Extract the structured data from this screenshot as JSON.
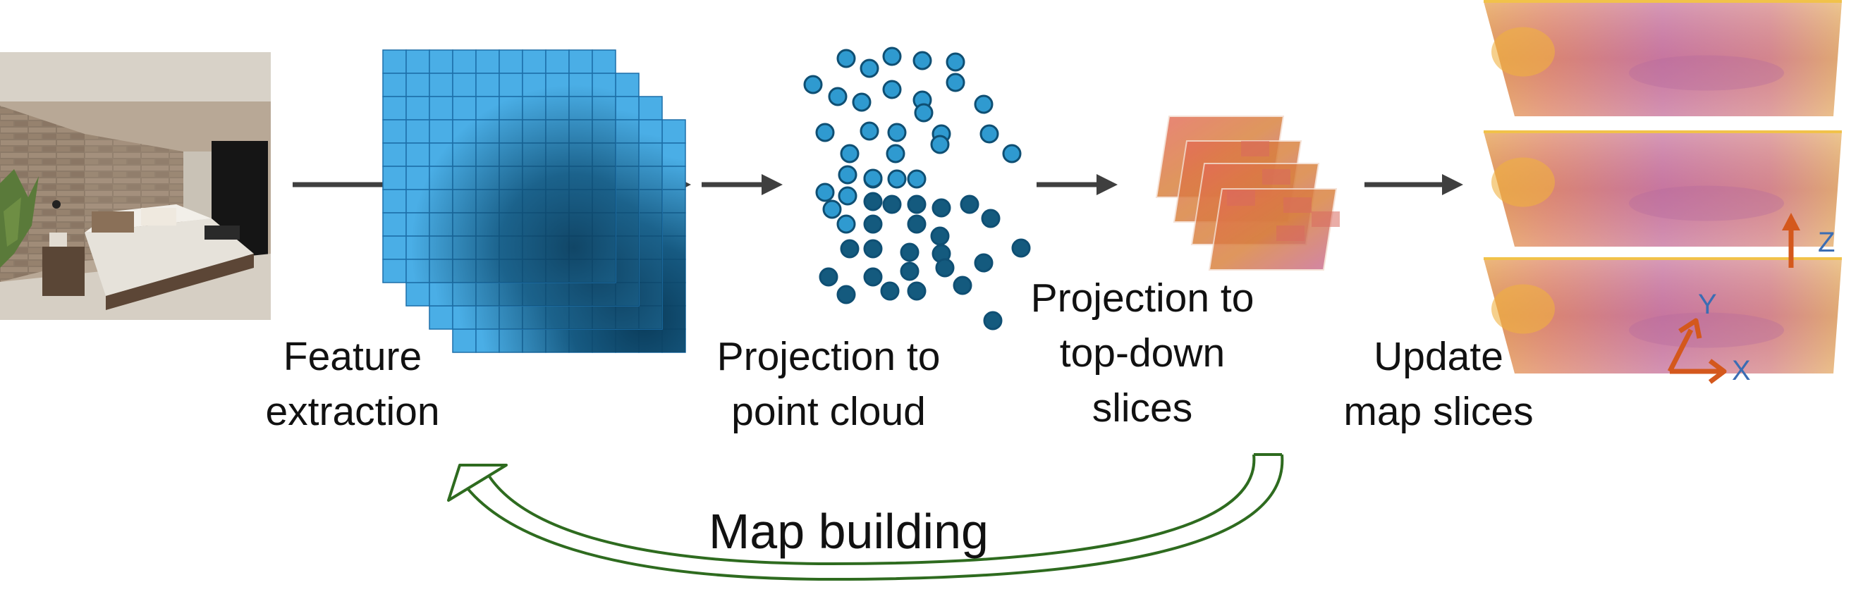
{
  "labels": {
    "feature_extraction": [
      "Feature",
      "extraction"
    ],
    "projection_point_cloud": [
      "Projection to",
      "point cloud"
    ],
    "projection_slices": [
      "Projection to",
      "top-down",
      "slices"
    ],
    "update_map": [
      "Update",
      "map slices"
    ],
    "map_building": "Map building"
  },
  "axes": {
    "x": "X",
    "y": "Y",
    "z": "Z"
  },
  "colors": {
    "arrow": "#3f3f3f",
    "grid_light": "#4aaee6",
    "grid_dark": "#0d4b70",
    "grid_border": "#1d6fa8",
    "point_light": "#2f9ad0",
    "point_dark": "#145a7e",
    "point_border": "#0f4f73",
    "loop_arrow": "#2e6b1f",
    "axis_arrow": "#d4581d",
    "axis_text": "#3b6db3"
  }
}
